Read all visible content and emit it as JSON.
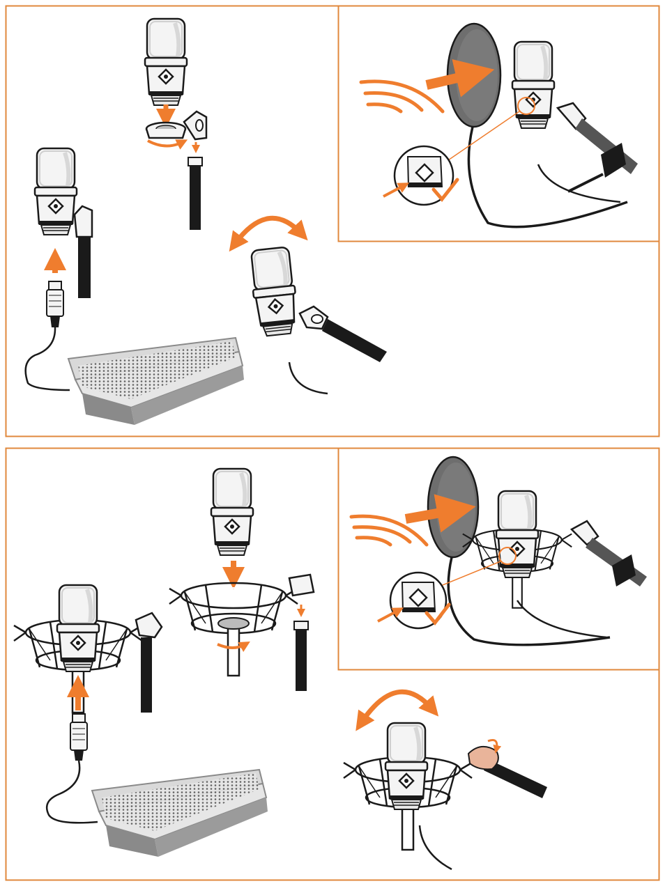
{
  "colors": {
    "accent": "#ef7d2e",
    "frame": "#e0883c",
    "ink": "#1a1a1a",
    "console_gray": "#8a8a8a",
    "console_light": "#d9d9d9",
    "mic_body": "#f4f4f4",
    "mic_shade": "#cfcfcf",
    "popfilter": "#6e6e6e",
    "hand": "#e9b49a"
  },
  "panels": [
    {
      "name": "top-panel",
      "mount": "stand-mount"
    },
    {
      "name": "bottom-panel",
      "mount": "shock-mount"
    }
  ],
  "steps": [
    {
      "id": "mount-on-stand",
      "icons": [
        "microphone-icon",
        "mount-clamp-icon",
        "stand-pole-icon",
        "down-arrow-icon",
        "rotate-arrow-icon"
      ]
    },
    {
      "id": "connect-cable",
      "icons": [
        "xlr-connector-icon",
        "up-arrow-icon",
        "mixing-console-icon"
      ]
    },
    {
      "id": "adjust-angle",
      "icons": [
        "curved-double-arrow-icon",
        "microphone-icon"
      ]
    },
    {
      "id": "position-popfilter",
      "icons": [
        "sound-wave-icon",
        "pop-filter-icon",
        "logo-front-check-icon"
      ]
    }
  ]
}
